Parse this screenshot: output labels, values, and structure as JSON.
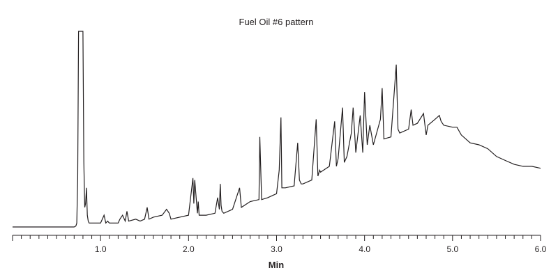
{
  "chart_data": {
    "type": "line",
    "title": "Fuel Oil #6 pattern",
    "xlabel": "Min",
    "ylabel": "",
    "xlim": [
      0.0,
      6.0
    ],
    "ylim": [
      0,
      100
    ],
    "x_major_ticks": [
      1.0,
      2.0,
      3.0,
      4.0,
      5.0,
      6.0
    ],
    "x_tick_labels": [
      "1.0",
      "2.0",
      "3.0",
      "4.0",
      "5.0",
      "6.0"
    ],
    "x_minor_step": 0.1,
    "grid": false,
    "line_color": "#231f20",
    "series": [
      {
        "x": [
          0.0,
          0.7,
          0.72,
          0.73,
          0.74,
          0.75,
          0.76,
          0.77,
          0.8,
          0.81,
          0.82,
          0.83,
          0.84,
          0.85,
          0.86,
          0.87,
          0.88,
          0.9,
          1.0,
          1.04,
          1.06,
          1.08,
          1.1,
          1.2,
          1.22,
          1.25,
          1.28,
          1.3,
          1.32,
          1.4,
          1.45,
          1.5,
          1.53,
          1.55,
          1.6,
          1.7,
          1.75,
          1.78,
          1.8,
          1.9,
          2.0,
          2.05,
          2.06,
          2.07,
          2.1,
          2.11,
          2.12,
          2.2,
          2.3,
          2.33,
          2.35,
          2.36,
          2.37,
          2.38,
          2.4,
          2.5,
          2.58,
          2.6,
          2.7,
          2.8,
          2.81,
          2.83,
          2.9,
          3.0,
          3.03,
          3.05,
          3.06,
          3.1,
          3.2,
          3.24,
          3.26,
          3.28,
          3.3,
          3.4,
          3.45,
          3.47,
          3.49,
          3.5,
          3.6,
          3.66,
          3.68,
          3.7,
          3.75,
          3.77,
          3.8,
          3.85,
          3.87,
          3.9,
          3.95,
          3.98,
          4.0,
          4.03,
          4.06,
          4.1,
          4.18,
          4.2,
          4.22,
          4.3,
          4.36,
          4.38,
          4.4,
          4.5,
          4.53,
          4.55,
          4.6,
          4.67,
          4.7,
          4.72,
          4.8,
          4.85,
          4.87,
          4.9,
          5.0,
          5.05,
          5.1,
          5.2,
          5.3,
          5.4,
          5.5,
          5.6,
          5.7,
          5.8,
          5.9,
          6.0
        ],
        "y": [
          0,
          0,
          0.5,
          2,
          25,
          100,
          100,
          100,
          100,
          33,
          10,
          12,
          20,
          6,
          3,
          2,
          2,
          2,
          2,
          6,
          2,
          3,
          2,
          2,
          4,
          6,
          3,
          8,
          3,
          4,
          3,
          4,
          10,
          4,
          5,
          6,
          9,
          7,
          4,
          5,
          6,
          25,
          12,
          24,
          7,
          13,
          6,
          6,
          7,
          15,
          9,
          22,
          11,
          8,
          7,
          9,
          20,
          10,
          13,
          14,
          46,
          14,
          15,
          17,
          29,
          56,
          20,
          20,
          21,
          43,
          24,
          22,
          22,
          24,
          55,
          26,
          29,
          28,
          31,
          54,
          31,
          35,
          61,
          33,
          36,
          48,
          61,
          38,
          57,
          38,
          69,
          42,
          52,
          42,
          55,
          71,
          45,
          46,
          83,
          50,
          48,
          50,
          60,
          52,
          53,
          58,
          47,
          52,
          55,
          57,
          54,
          52,
          51,
          51,
          47,
          43,
          42,
          40,
          36,
          34,
          32,
          31,
          31,
          30
        ]
      }
    ]
  }
}
